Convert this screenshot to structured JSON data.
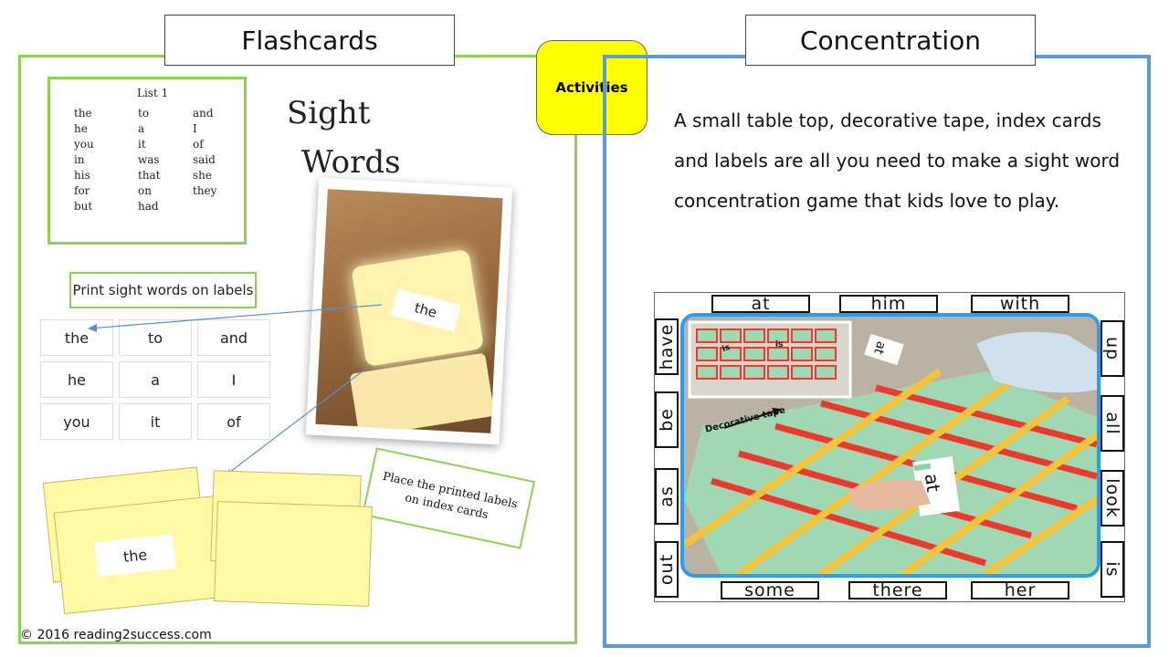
{
  "left_panel": {
    "title": "Flashcards",
    "list_card": {
      "title": "List 1",
      "words": [
        "the",
        "to",
        "and",
        "he",
        "a",
        "I",
        "you",
        "it",
        "of",
        "in",
        "was",
        "said",
        "his",
        "that",
        "she",
        "for",
        "on",
        "they",
        "but",
        "had",
        ""
      ]
    },
    "sight_title_line1": "Sight",
    "sight_title_line2": "Words",
    "print_label": "Print sight words on labels",
    "word_grid": [
      "the",
      "to",
      "and",
      "he",
      "a",
      "I",
      "you",
      "it",
      "of"
    ],
    "photo_label": "the",
    "place_note": "Place  the printed labels on index cards",
    "index_card_label": "the"
  },
  "center": {
    "activities_label": "Activities"
  },
  "right_panel": {
    "title": "Concentration",
    "description": "A small table top, decorative tape, index cards and labels are all you need to make a sight word concentration game that kids love to play.",
    "game": {
      "top_words": [
        "at",
        "him",
        "with"
      ],
      "bottom_words": [
        "some",
        "there",
        "her"
      ],
      "left_words": [
        "have",
        "be",
        "as",
        "out"
      ],
      "right_words": [
        "up",
        "all",
        "look",
        "is"
      ],
      "tape_label": "Decorative tape",
      "card_word": "at",
      "inset_words": [
        "is",
        "is"
      ],
      "inset_card_word": "at"
    }
  },
  "footer": {
    "copyright": "©  2016 reading2success.com"
  },
  "colors": {
    "green_border": "#92d050",
    "blue_border": "#5b9bd5",
    "activities_bg": "#ffff00"
  }
}
